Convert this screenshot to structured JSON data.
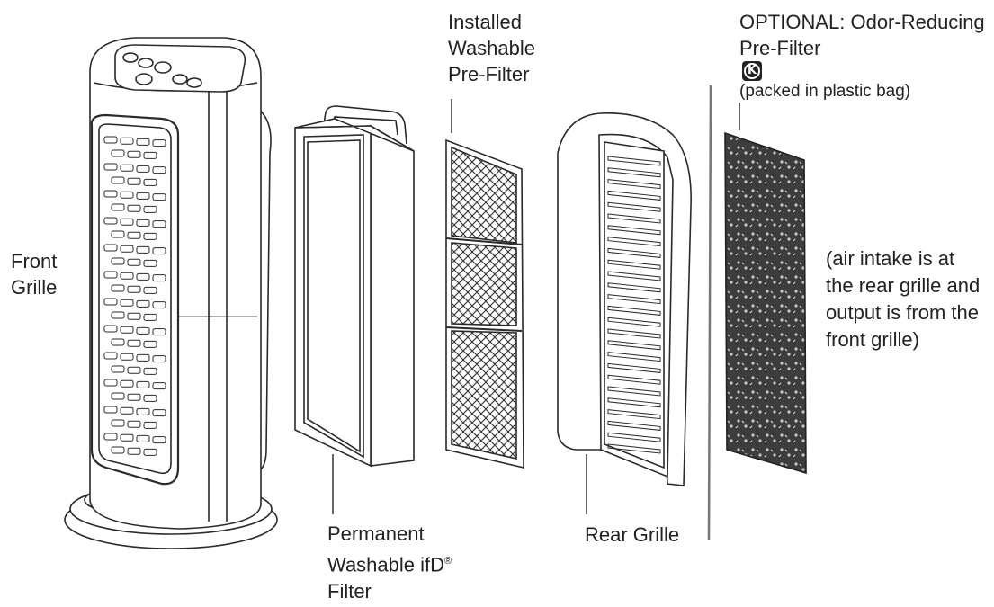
{
  "labels": {
    "front_grille": [
      "Front",
      "Grille"
    ],
    "installed_prefilter": [
      "Installed",
      "Washable",
      "Pre-Filter"
    ],
    "optional_title": "OPTIONAL: Odor-Reducing",
    "optional_subtitle": "Pre-Filter",
    "optional_badge": "K",
    "optional_note": "(packed in plastic bag)",
    "air_note": [
      "(air intake is at",
      "the rear grille and",
      "output is from the",
      "front grille)"
    ],
    "permanent_filter": [
      "Permanent",
      "Washable ifD",
      "Filter"
    ],
    "registered_mark": "®",
    "rear_grille": "Rear Grille"
  },
  "colors": {
    "ink": "#222222",
    "stroke": "#2a2a2a",
    "divider": "#777777",
    "mesh": "#3a3a3a",
    "carbon": "#333333"
  }
}
